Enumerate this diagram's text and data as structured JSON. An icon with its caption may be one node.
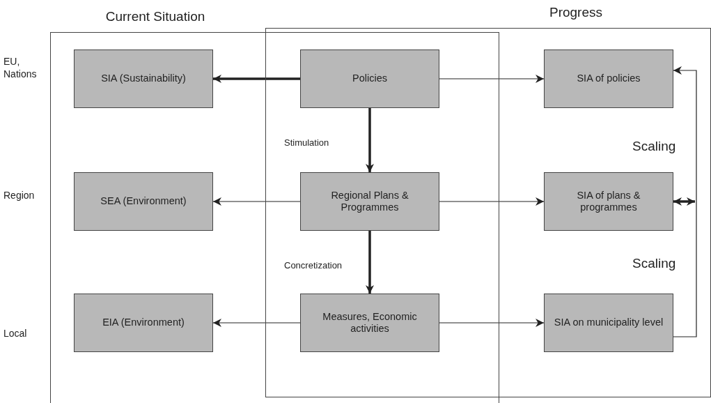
{
  "diagram": {
    "nodes": [
      {
        "text": [
          "Current Situation"
        ]
      },
      {
        "text": [
          "Progress"
        ]
      },
      {
        "text": [
          "SIA (Sustainability)"
        ],
        "in": 0
      },
      {
        "text": [
          "Policies"
        ]
      },
      {
        "text": [
          "SIA of policies"
        ],
        "in": 1
      },
      {
        "text": [
          "SEA (Environment)"
        ],
        "in": 0
      },
      {
        "text": [
          "Regional Plans & Programmes"
        ]
      },
      {
        "text": [
          "SIA of plans & programmes"
        ],
        "in": 1
      },
      {
        "text": [
          "EIA (Environment)"
        ],
        "in": 0
      },
      {
        "text": [
          "Measures, Economic activities"
        ]
      },
      {
        "text": [
          "SIA on municipality level"
        ],
        "in": 1
      }
    ],
    "edges": [
      {
        "from": 3,
        "to": 2,
        "arrow": "to",
        "style": "thick"
      },
      {
        "from": 6,
        "to": 5,
        "arrow": "to"
      },
      {
        "from": 9,
        "to": 8,
        "arrow": "to"
      },
      {
        "from": 3,
        "to": 4,
        "arrow": "to"
      },
      {
        "from": 6,
        "to": 7,
        "arrow": "to"
      },
      {
        "from": 9,
        "to": 10,
        "arrow": "to"
      },
      {
        "from": 3,
        "to": 6,
        "arrow": "to",
        "label": "Stimulation",
        "style": "thick"
      },
      {
        "from": 6,
        "to": 9,
        "arrow": "to",
        "label": "Concretization",
        "style": "thick"
      },
      {
        "from": 10,
        "to": 4,
        "arrow": "to"
      },
      {
        "from": null,
        "to": 7,
        "arrow": "both",
        "style": "thick"
      }
    ],
    "labels": [
      "EU, Nations",
      "Scaling",
      "Region",
      "Scaling",
      "Local"
    ]
  }
}
